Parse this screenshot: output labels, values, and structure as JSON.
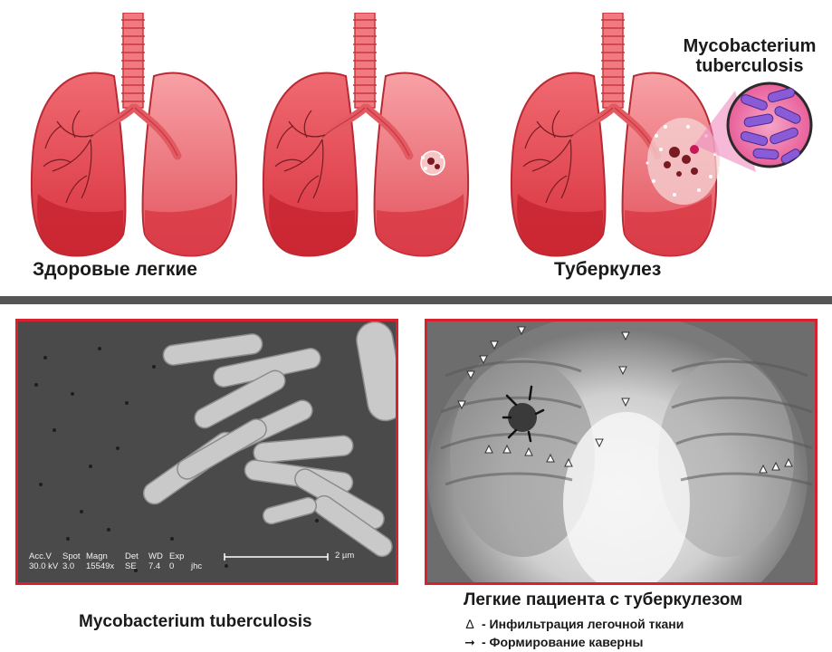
{
  "top": {
    "caption_healthy": "Здоровые легкие",
    "caption_tb": "Туберкулез",
    "inset_label_line1": "Mycobacterium",
    "inset_label_line2": "tuberculosis"
  },
  "sem_panel": {
    "meta_headers": [
      "Acc.V",
      "Spot",
      "Magn",
      "Det",
      "WD",
      "Exp"
    ],
    "meta_values": [
      "30.0 kV",
      "3.0",
      "15549x",
      "SE",
      "7.4",
      "0"
    ],
    "meta_extra": "jhc",
    "scale_label": "2 µm",
    "caption": "Mycobacterium tuberculosis"
  },
  "xray_panel": {
    "caption": "Легкие пациента с туберкулезом",
    "legend": [
      {
        "symbol_icon": "triangle-outline-icon",
        "symbol": "∆",
        "text": "- Инфильтрация легочной ткани"
      },
      {
        "symbol_icon": "arrow-icon",
        "symbol": "➞",
        "text": "- Формирование каверны"
      }
    ]
  },
  "colors": {
    "accent_border": "#d8202e",
    "lung_fill": "#e8454f",
    "lung_light": "#f28a90",
    "divider": "#555555"
  }
}
